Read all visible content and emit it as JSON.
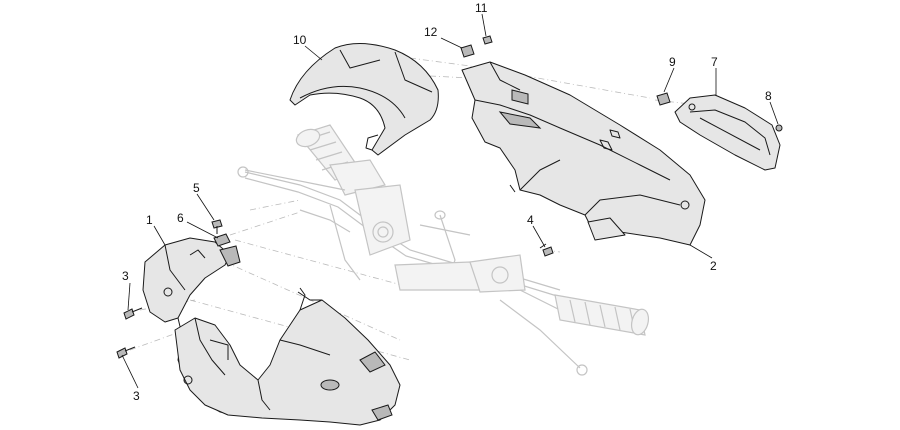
{
  "labels": {
    "p1": "1",
    "p2": "2",
    "p3a": "3",
    "p3b": "3",
    "p4": "4",
    "p5": "5",
    "p6": "6",
    "p7": "7",
    "p8": "8",
    "p9": "9",
    "p10": "10",
    "p11": "11",
    "p12": "12"
  },
  "colors": {
    "line": "#1a1a1a",
    "part_fill": "#e6e6e6",
    "ghost_line": "#c4c4c4",
    "background": "#ffffff"
  }
}
